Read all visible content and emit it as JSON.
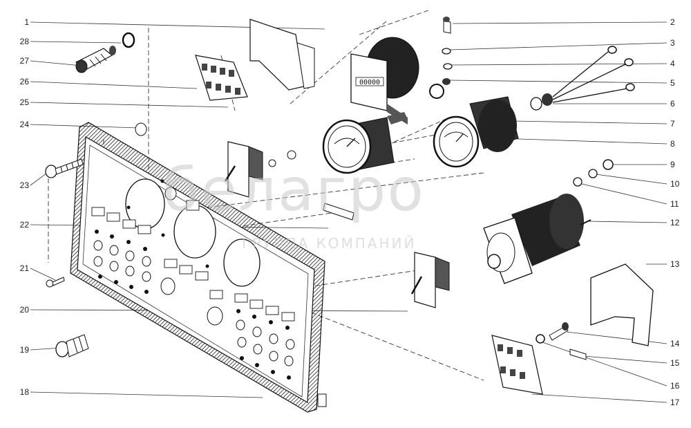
{
  "watermark": {
    "brand": "белагро",
    "tagline": "ГРУППА КОМПАНИЙ"
  },
  "gauge": {
    "counter_digits": "00000"
  },
  "callouts": {
    "left": [
      "1",
      "28",
      "27",
      "26",
      "25",
      "24",
      "23",
      "22",
      "21",
      "20",
      "19",
      "18"
    ],
    "right": [
      "2",
      "3",
      "4",
      "5",
      "6",
      "7",
      "8",
      "9",
      "10",
      "11",
      "12",
      "13",
      "14",
      "15",
      "16",
      "17"
    ]
  }
}
